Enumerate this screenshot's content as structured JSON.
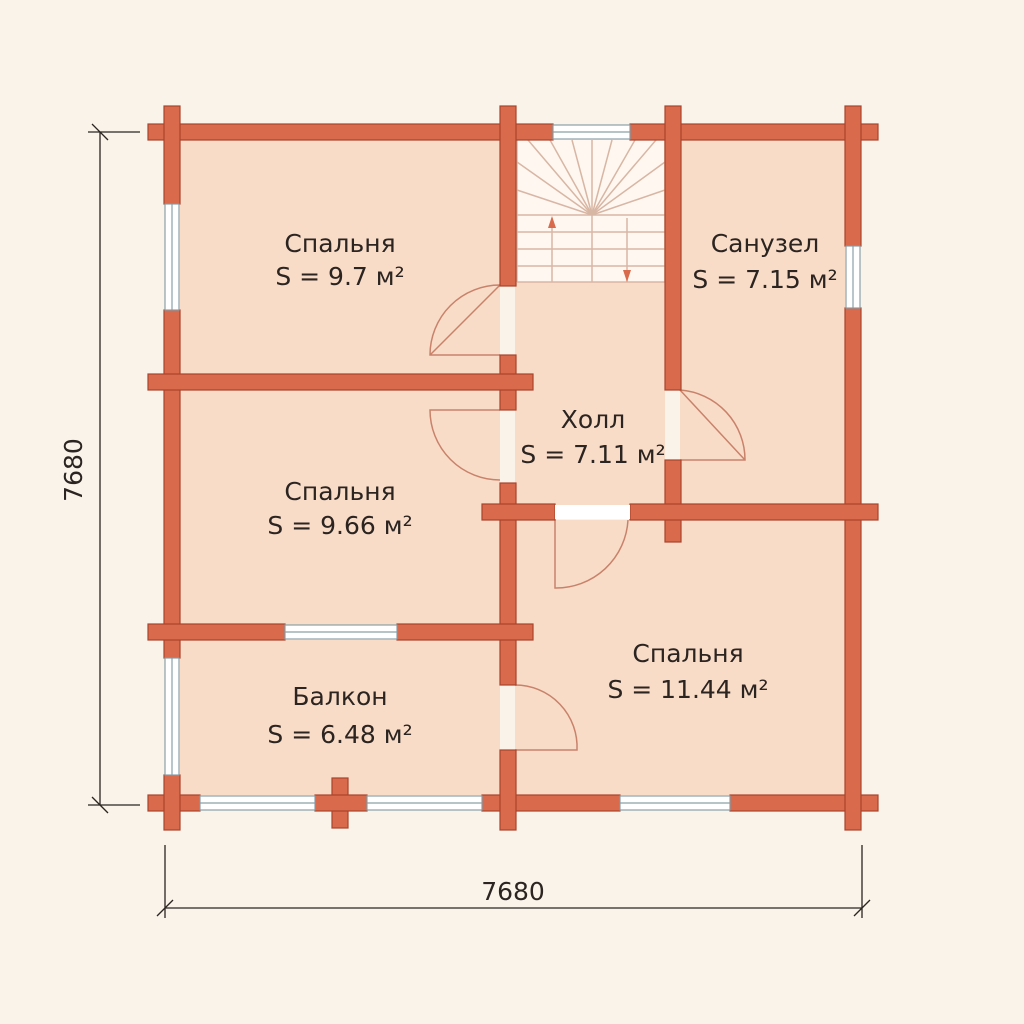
{
  "dimensions": {
    "width_label": "7680",
    "height_label": "7680"
  },
  "rooms": [
    {
      "id": "bedroom-top-left",
      "name": "Спальня",
      "area": "S = 9.7 м²"
    },
    {
      "id": "bedroom-middle-left",
      "name": "Спальня",
      "area": "S = 9.66 м²"
    },
    {
      "id": "balcony",
      "name": "Балкон",
      "area": "S = 6.48 м²"
    },
    {
      "id": "hall",
      "name": "Холл",
      "area": "S = 7.11 м²"
    },
    {
      "id": "bathroom",
      "name": "Санузел",
      "area": "S = 7.15 м²"
    },
    {
      "id": "bedroom-bottom-right",
      "name": "Спальня",
      "area": "S = 11.44 м²"
    }
  ],
  "colors": {
    "background": "#faf3ea",
    "floor": "#f8dcc8",
    "wall": "#d96a4c",
    "wall_outline": "#a9442c",
    "window": "#ffffff",
    "door_swing": "#c9826a",
    "stair_line": "#d8b6a4"
  }
}
